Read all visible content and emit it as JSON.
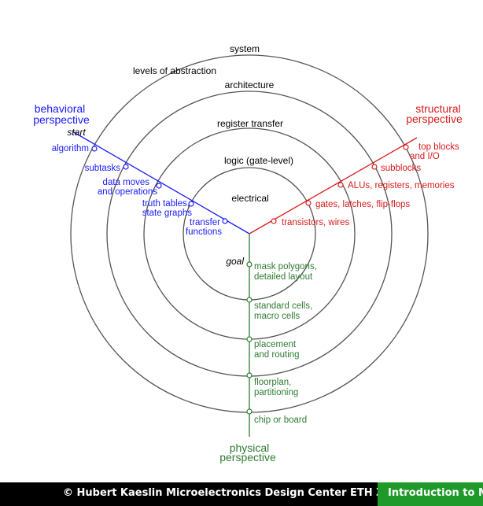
{
  "colors": {
    "behavioral": "#1a1aff",
    "structural": "#d81b1b",
    "physical": "#2e7d32",
    "circles": "#555555",
    "footer_bg": "#000000",
    "footer_accent": "#1f9a2a"
  },
  "levels": {
    "system": "system",
    "levels_of_abstraction": "levels of abstraction",
    "architecture": "architecture",
    "register_transfer": "register transfer",
    "logic": "logic (gate-level)",
    "electrical": "electrical"
  },
  "behavioral": {
    "title": [
      "behavioral",
      "perspective"
    ],
    "start": "start",
    "items": [
      [
        "algorithm"
      ],
      [
        "subtasks"
      ],
      [
        "data moves",
        "and operations"
      ],
      [
        "truth tables,",
        "state graphs"
      ],
      [
        "transfer",
        "functions"
      ]
    ]
  },
  "structural": {
    "title": [
      "structural",
      "perspective"
    ],
    "items": [
      [
        "top blocks",
        "and I/O"
      ],
      [
        "subblocks"
      ],
      [
        "ALUs, registers, memories"
      ],
      [
        "gates, latches, flip-flops"
      ],
      [
        "transistors, wires"
      ]
    ]
  },
  "physical": {
    "title": [
      "physical",
      "perspective"
    ],
    "goal": "goal",
    "items": [
      [
        "mask polygons,",
        "detailed layout"
      ],
      [
        "standard cells,",
        "macro cells"
      ],
      [
        "placement",
        "and routing"
      ],
      [
        "floorplan,",
        "partitioning"
      ],
      [
        "chip or board"
      ]
    ]
  },
  "footer": {
    "credit": "© Hubert Kaeslin Microelectronics Design Center ETH Zürich",
    "course": "Introduction to Micro"
  }
}
